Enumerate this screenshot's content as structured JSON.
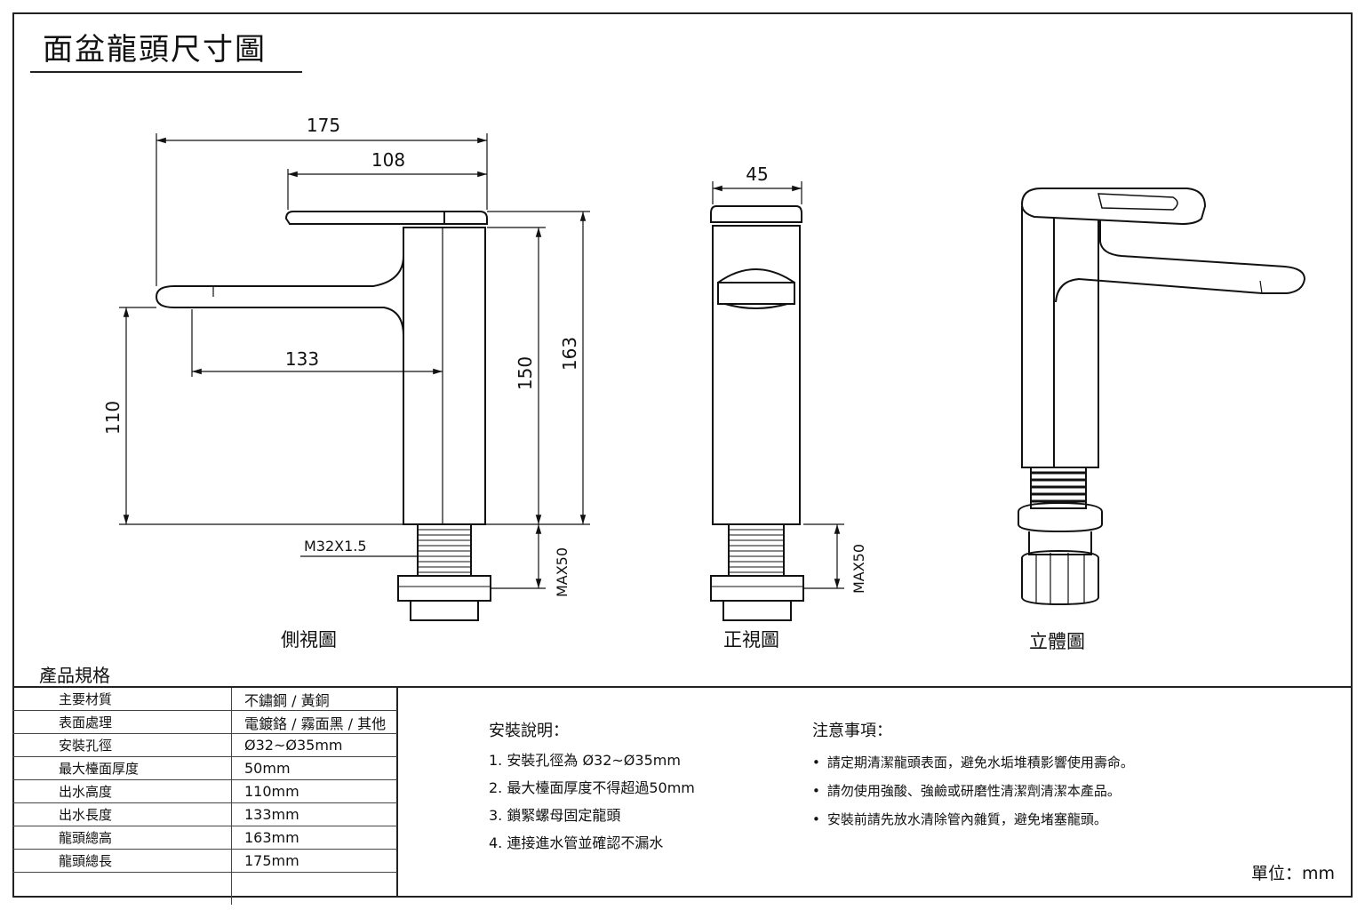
{
  "title": "面盆龍頭尺寸圖",
  "dimensions": {
    "total_length": "175",
    "handle_length": "108",
    "spout_reach": "133",
    "spout_height": "110",
    "body_height": "150",
    "total_height": "163",
    "front_width": "45",
    "thread": "M32X1.5",
    "max_counter": "MAX50"
  },
  "views": {
    "side": "側視圖",
    "front": "正視圖",
    "iso": "立體圖"
  },
  "specs": {
    "heading": "產品規格",
    "rows": [
      {
        "label": "主要材質",
        "value": "不鏽鋼 / 黃銅"
      },
      {
        "label": "表面處理",
        "value": "電鍍鉻 / 霧面黑 / 其他"
      },
      {
        "label": "安裝孔徑",
        "value": "Ø32~Ø35mm"
      },
      {
        "label": "最大檯面厚度",
        "value": "50mm"
      },
      {
        "label": "出水高度",
        "value": "110mm"
      },
      {
        "label": "出水長度",
        "value": "133mm"
      },
      {
        "label": "龍頭總高",
        "value": "163mm"
      },
      {
        "label": "龍頭總長",
        "value": "175mm"
      }
    ]
  },
  "install": {
    "title": "安裝說明：",
    "steps": [
      "1. 安裝孔徑為 Ø32~Ø35mm",
      "2. 最大檯面厚度不得超過50mm",
      "3. 鎖緊螺母固定龍頭",
      "4. 連接進水管並確認不漏水"
    ]
  },
  "notes": {
    "title": "注意事項：",
    "items": [
      "請定期清潔龍頭表面，避免水垢堆積影響使用壽命。",
      "請勿使用強酸、強鹼或研磨性清潔劑清潔本產品。",
      "安裝前請先放水清除管內雜質，避免堵塞龍頭。"
    ]
  },
  "unit": "單位：mm"
}
